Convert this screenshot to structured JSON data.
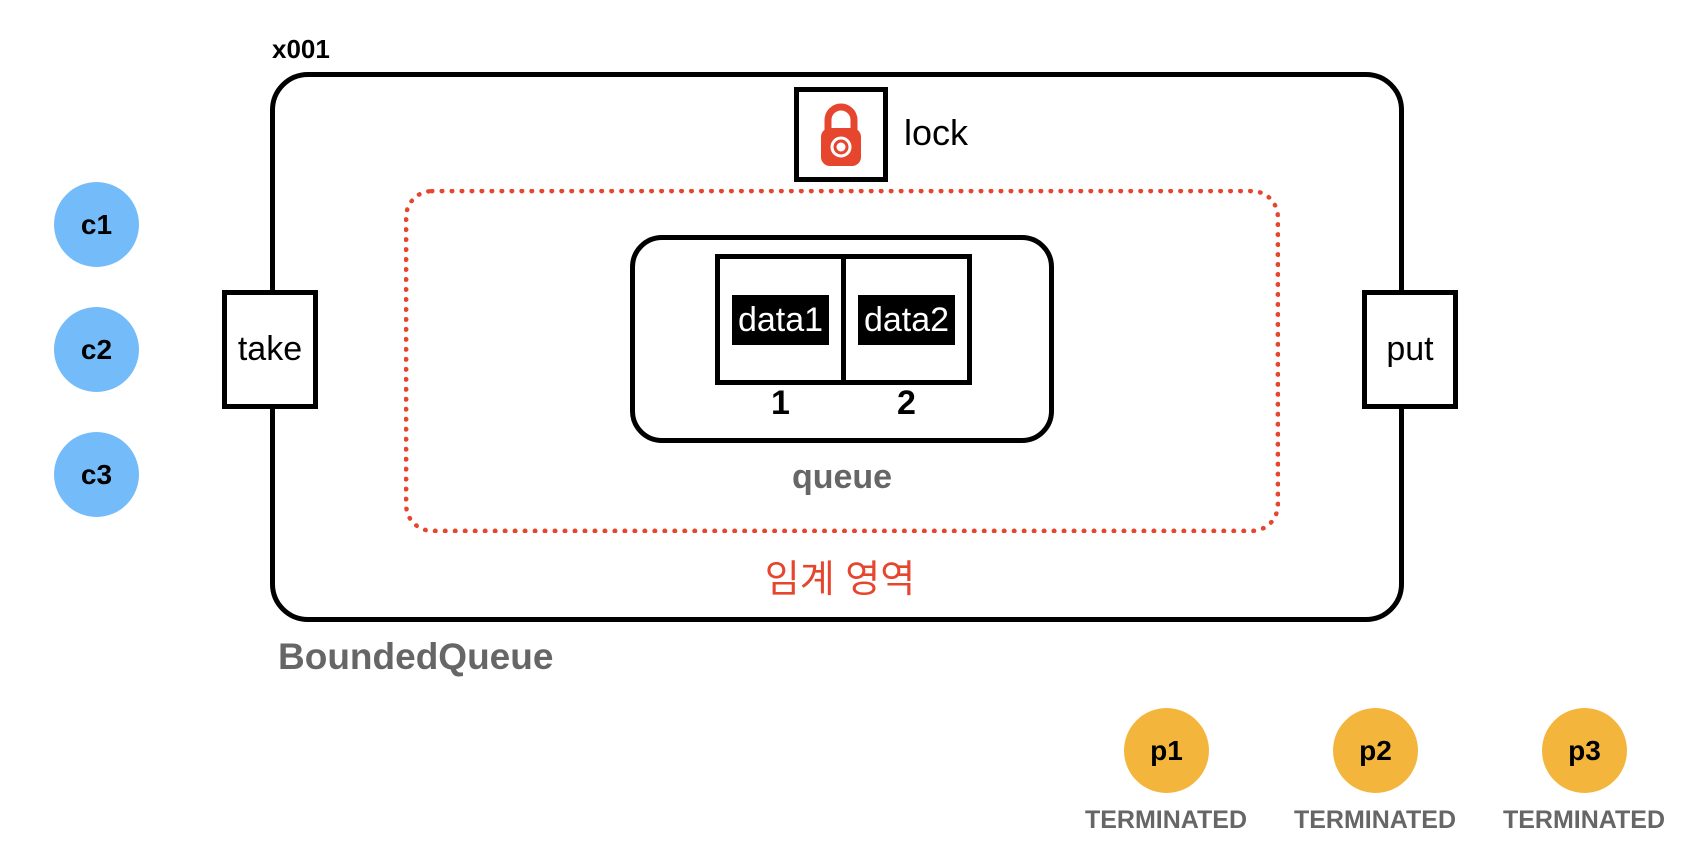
{
  "object_id": "x001",
  "lock": {
    "label": "lock",
    "icon": "padlock-icon",
    "color": "#e6452e"
  },
  "critical_section": {
    "label": "임계 영역",
    "color": "#e6452e"
  },
  "queue": {
    "label": "queue",
    "slots": [
      {
        "value": "data1",
        "index": "1"
      },
      {
        "value": "data2",
        "index": "2"
      }
    ]
  },
  "ports": {
    "take": "take",
    "put": "put"
  },
  "class_name": "BoundedQueue",
  "consumers": [
    "c1",
    "c2",
    "c3"
  ],
  "consumer_color": "#74bcf9",
  "producers": [
    {
      "name": "p1",
      "state": "TERMINATED"
    },
    {
      "name": "p2",
      "state": "TERMINATED"
    },
    {
      "name": "p3",
      "state": "TERMINATED"
    }
  ],
  "producer_color": "#f3b53b"
}
